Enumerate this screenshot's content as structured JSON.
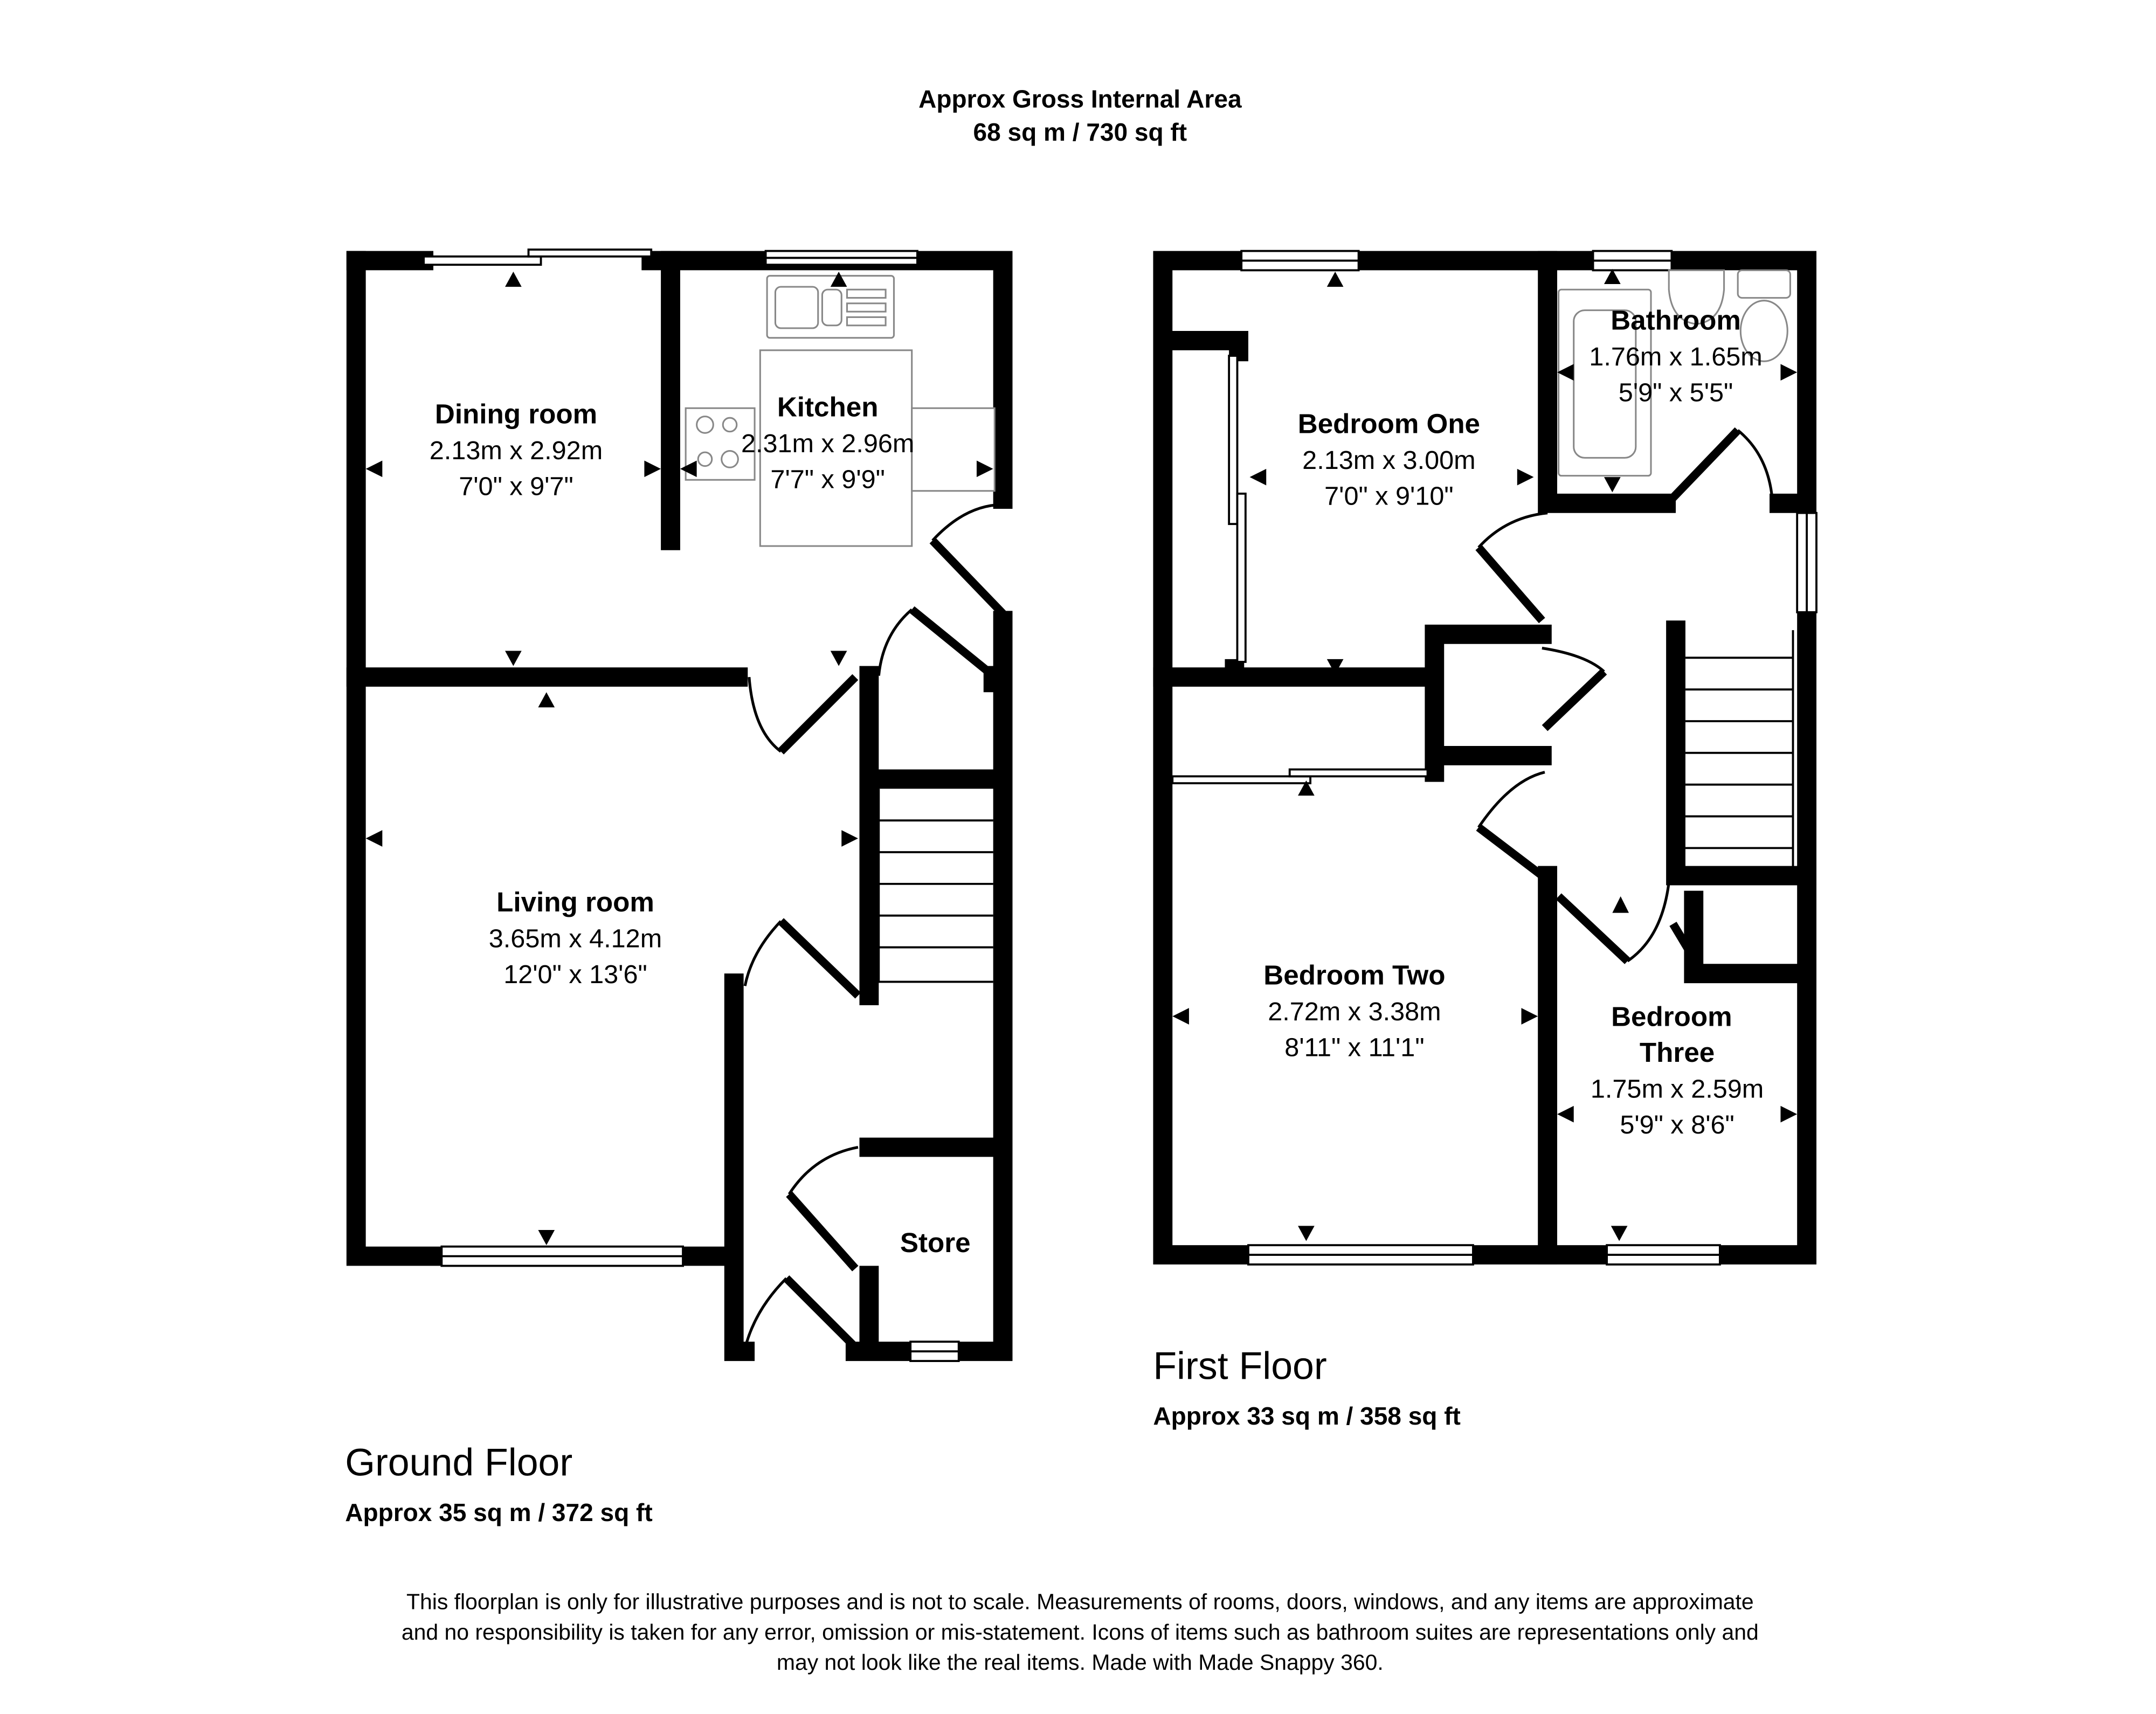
{
  "header": {
    "title": "Approx Gross Internal Area",
    "area": "68 sq m / 730 sq ft"
  },
  "ground_floor": {
    "label": "Ground Floor",
    "area": "Approx 35 sq m / 372 sq ft",
    "rooms": [
      {
        "name": "Dining room",
        "metric": "2.13m x 2.92m",
        "imperial": "7'0\" x 9'7\""
      },
      {
        "name": "Kitchen",
        "metric": "2.31m x 2.96m",
        "imperial": "7'7\" x 9'9\""
      },
      {
        "name": "Living room",
        "metric": "3.65m x 4.12m",
        "imperial": "12'0\" x 13'6\""
      },
      {
        "name": "Store"
      }
    ]
  },
  "first_floor": {
    "label": "First Floor",
    "area": "Approx 33 sq m / 358 sq ft",
    "rooms": [
      {
        "name": "Bedroom One",
        "metric": "2.13m x 3.00m",
        "imperial": "7'0\" x 9'10\""
      },
      {
        "name": "Bathroom",
        "metric": "1.76m x 1.65m",
        "imperial": "5'9\" x 5'5\""
      },
      {
        "name": "Bedroom Two",
        "metric": "2.72m x 3.38m",
        "imperial": "8'11\" x 11'1\""
      },
      {
        "name": "Bedroom Three",
        "name_line1": "Bedroom",
        "name_line2": "Three",
        "metric": "1.75m x 2.59m",
        "imperial": "5'9\" x 8'6\""
      }
    ]
  },
  "disclaimer": [
    "This floorplan is only for illustrative purposes and is not to scale. Measurements of rooms, doors, windows, and any items are approximate",
    "and no responsibility is taken for any error, omission or mis-statement. Icons of items such as bathroom suites are representations only and",
    "may not look like the real items. Made with Made Snappy 360."
  ]
}
